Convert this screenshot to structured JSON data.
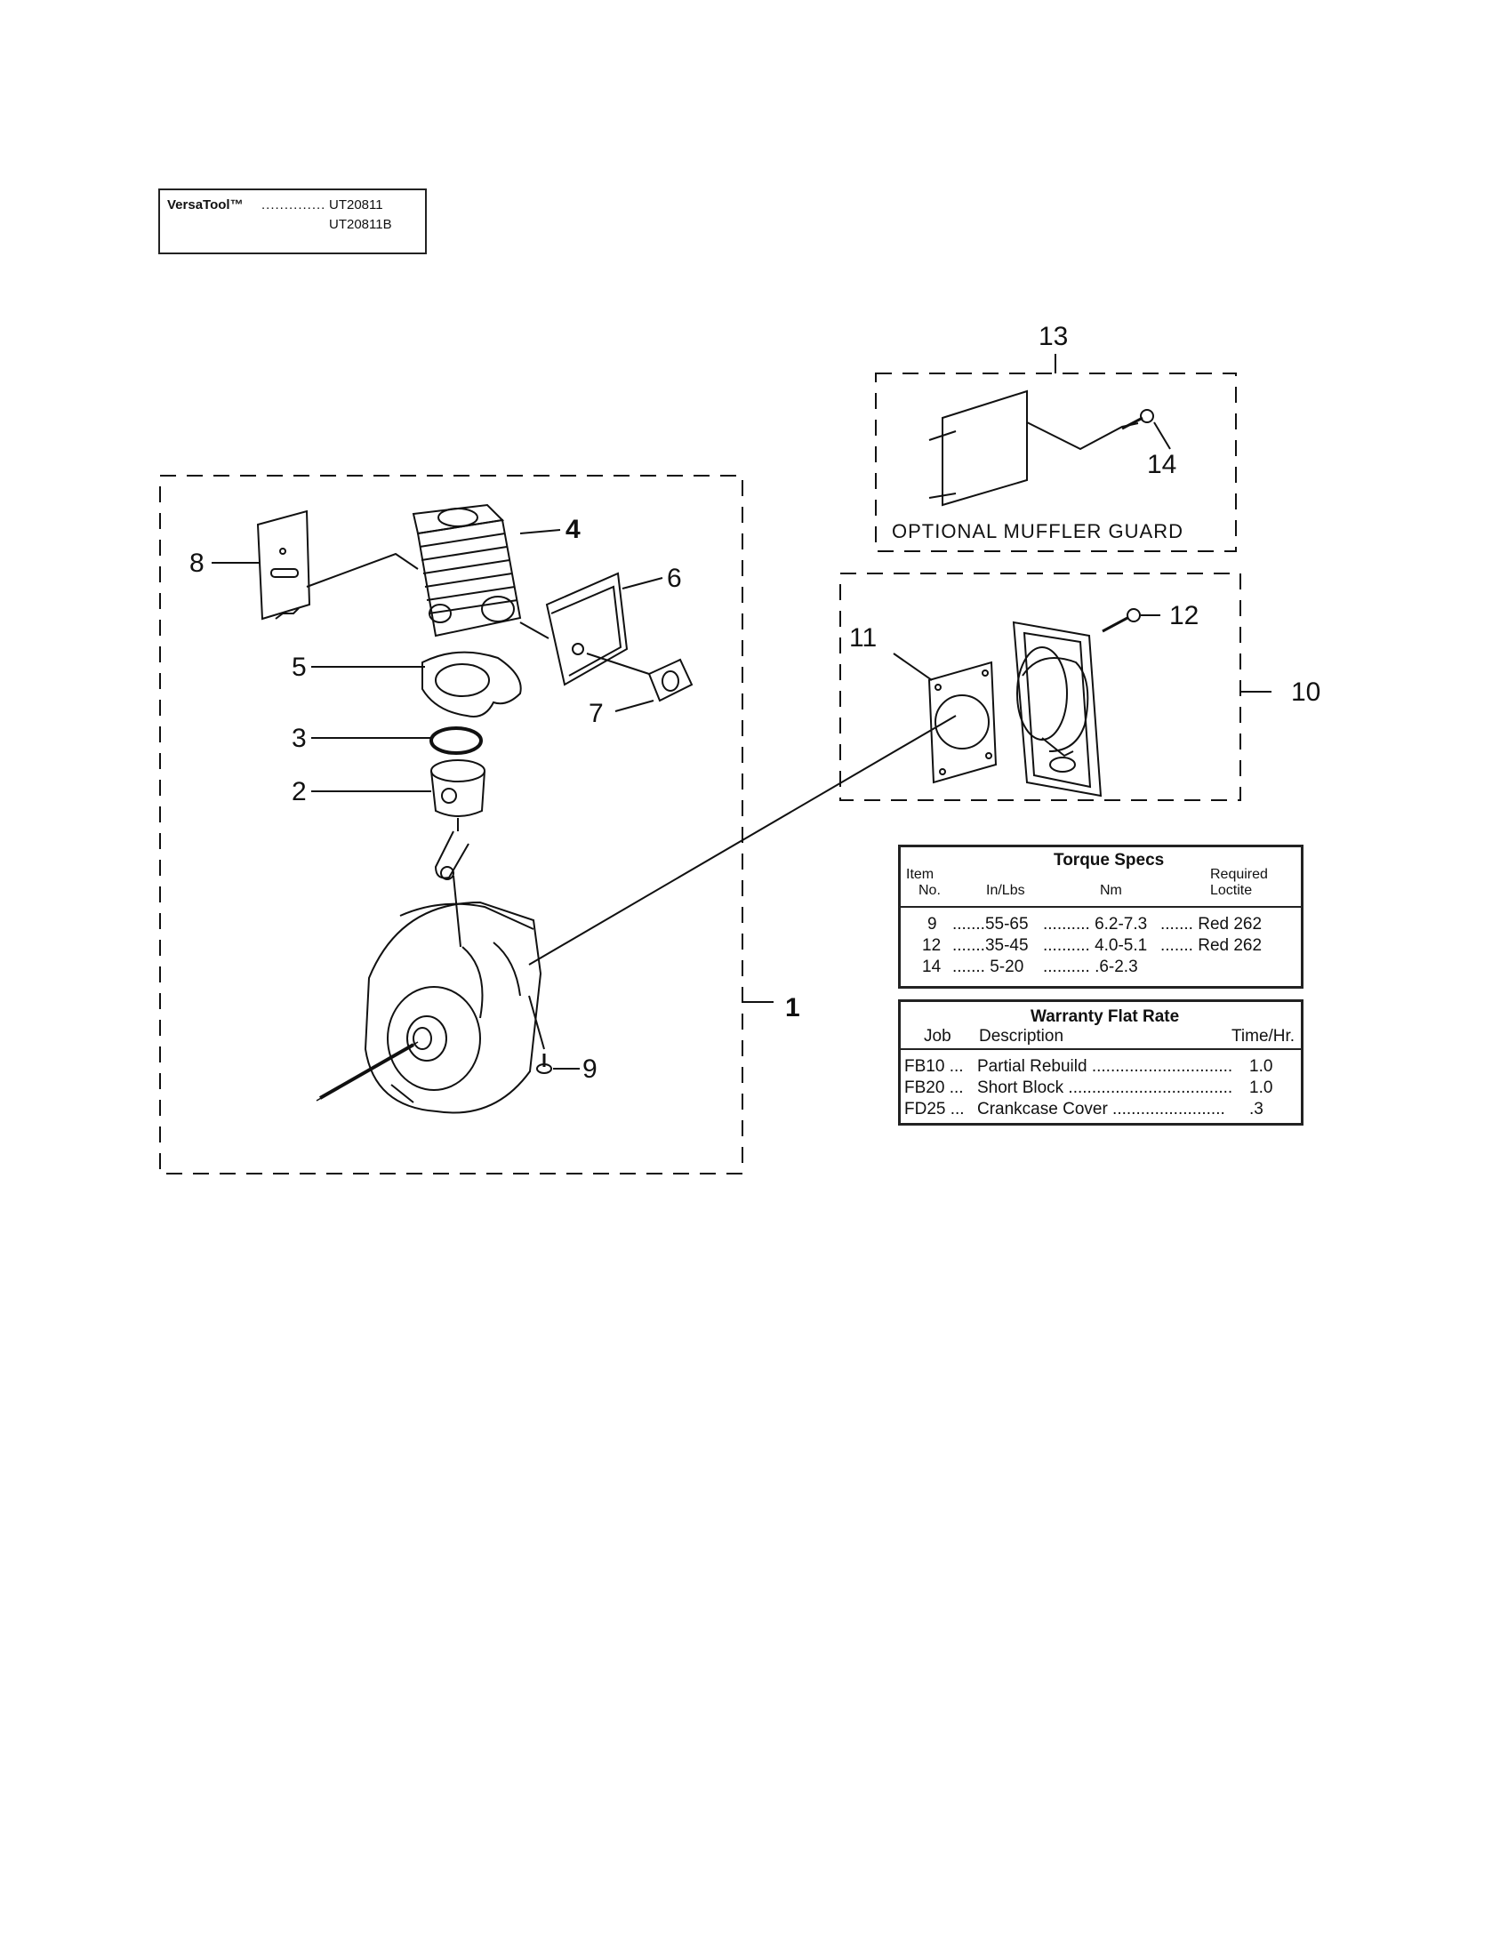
{
  "model_box": {
    "brand": "VersaTool™",
    "dots": "..............",
    "model_1": "UT20811",
    "model_2": "UT20811B"
  },
  "callouts": {
    "c1": "1",
    "c2": "2",
    "c3": "3",
    "c4": "4",
    "c5": "5",
    "c6": "6",
    "c7": "7",
    "c8": "8",
    "c9": "9",
    "c10": "10",
    "c11": "11",
    "c12": "12",
    "c13": "13",
    "c14": "14"
  },
  "muffler_guard": {
    "caption": "OPTIONAL MUFFLER GUARD"
  },
  "torque_specs": {
    "title": "Torque Specs",
    "headers": {
      "item_line1": "Item",
      "item_line2": "No.",
      "inlbs": "In/Lbs",
      "nm": "Nm",
      "loctite_line1": "Required",
      "loctite_line2": "Loctite"
    },
    "rows": [
      {
        "item": "9",
        "inlbs": ".......55-65",
        "nm": ".......... 6.2-7.3",
        "loctite": "....... Red 262"
      },
      {
        "item": "12",
        "inlbs": ".......35-45",
        "nm": ".......... 4.0-5.1",
        "loctite": "....... Red 262"
      },
      {
        "item": "14",
        "inlbs": "....... 5-20",
        "nm": ".......... .6-2.3",
        "loctite": ""
      }
    ]
  },
  "warranty": {
    "title": "Warranty Flat Rate",
    "headers": {
      "job": "Job",
      "description": "Description",
      "time": "Time/Hr."
    },
    "rows": [
      {
        "job": "FB10 ...",
        "description": "Partial Rebuild ..............................",
        "time": "1.0"
      },
      {
        "job": "FB20 ...",
        "description": "Short Block ...................................",
        "time": "1.0"
      },
      {
        "job": "FD25 ...",
        "description": "Crankcase Cover ........................",
        "time": ".3"
      }
    ]
  }
}
